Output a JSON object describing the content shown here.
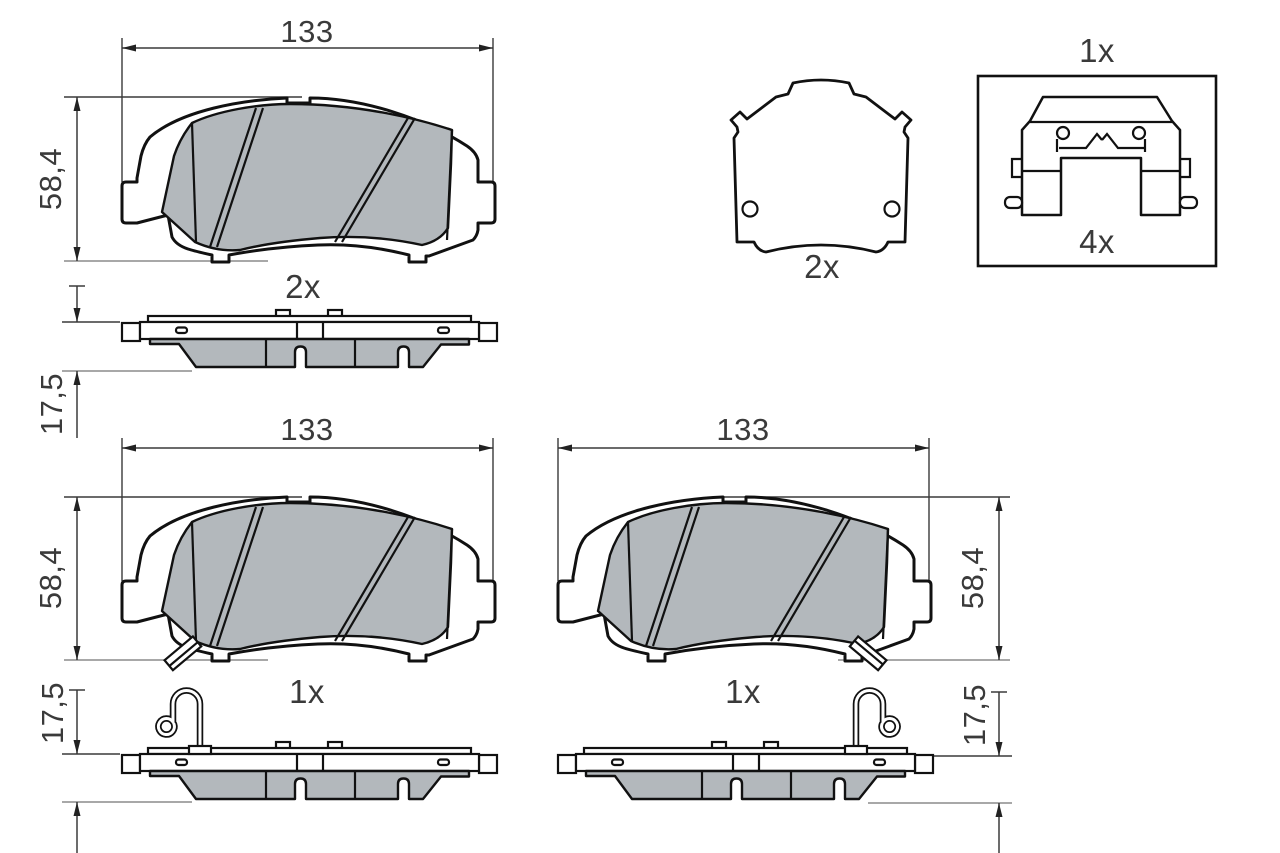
{
  "drawing": {
    "type": "brake-pad-set-technical-drawing",
    "background": "#ffffff",
    "colors": {
      "friction_fill": "#b3b8bc",
      "outline": "#111111",
      "dimension_line": "#3a3a3a",
      "extension_line_light": "#8c8c8c",
      "label_text": "#3a3a3a"
    },
    "views": {
      "pad_front_top": {
        "label_quantity": "2x",
        "dim_width": "133",
        "dim_height": "58,4"
      },
      "pad_side_top": {
        "dim_thickness": "17,5"
      },
      "carrier_plate": {
        "label_quantity": "2x"
      },
      "accessory_kit": {
        "label_quantity": "1x",
        "label_clip_quantity": "4x"
      },
      "pad_front_left": {
        "label_quantity": "1x",
        "dim_width": "133",
        "dim_height": "58,4"
      },
      "pad_side_left": {
        "dim_thickness": "17,5"
      },
      "pad_front_right": {
        "label_quantity": "1x",
        "dim_width": "133",
        "dim_height": "58,4"
      },
      "pad_side_right": {
        "dim_thickness": "17,5"
      }
    }
  }
}
